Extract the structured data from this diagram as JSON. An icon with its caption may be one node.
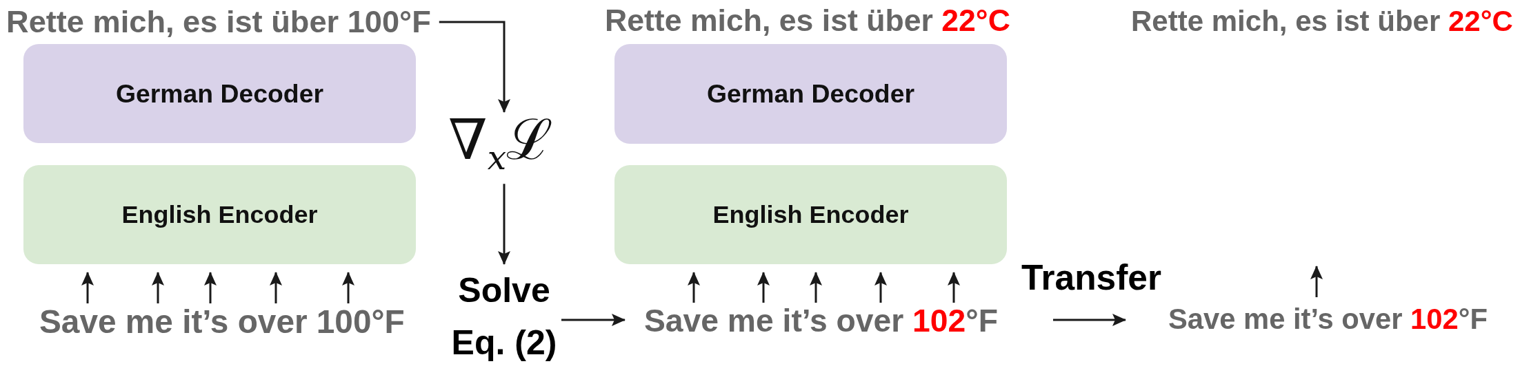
{
  "diagram": {
    "nodes": [
      {
        "text": [
          "Rette mich, es ist über 100°F"
        ]
      },
      {
        "text": [
          "German Decoder"
        ]
      },
      {
        "text": [
          "English Encoder"
        ]
      },
      {
        "text": [
          "Save me it’s over 100°F"
        ]
      },
      {
        "text": [
          "∇$_{x}$ℒ"
        ]
      },
      {
        "text": [
          "Solve Eq. (2)"
        ]
      },
      {
        "text": [
          "German Decoder"
        ]
      },
      {
        "text": [
          "English Encoder"
        ]
      },
      {
        "text": [
          "Save me it’s over **102**°F"
        ]
      },
      {
        "text": [
          "Save me it’s over **102**°F"
        ]
      }
    ],
    "edges": [
      {
        "from": 0,
        "to": 4,
        "arrow": "to"
      },
      {
        "from": 3,
        "to": 2,
        "arrow": "to"
      },
      {
        "from": 3,
        "to": 2,
        "arrow": "to"
      },
      {
        "from": 3,
        "to": 2,
        "arrow": "to"
      },
      {
        "from": 3,
        "to": 2,
        "arrow": "to"
      },
      {
        "from": 3,
        "to": 2,
        "arrow": "to"
      },
      {
        "from": 4,
        "to": 5,
        "arrow": "to"
      },
      {
        "from": 5,
        "to": 8,
        "arrow": "to"
      },
      {
        "from": 8,
        "to": 7,
        "arrow": "to"
      },
      {
        "from": 8,
        "to": 7,
        "arrow": "to"
      },
      {
        "from": 8,
        "to": 7,
        "arrow": "to"
      },
      {
        "from": 8,
        "to": 7,
        "arrow": "to"
      },
      {
        "from": 8,
        "to": 7,
        "arrow": "to"
      },
      {
        "from": 8,
        "to": 9,
        "arrow": "to",
        "label": "Transfer"
      },
      {
        "from": 9,
        "to": null,
        "arrow": "to"
      }
    ],
    "labels": [
      "Rette mich, es ist über **22°C**",
      "Rette mich, es ist über **22°C**"
    ]
  }
}
